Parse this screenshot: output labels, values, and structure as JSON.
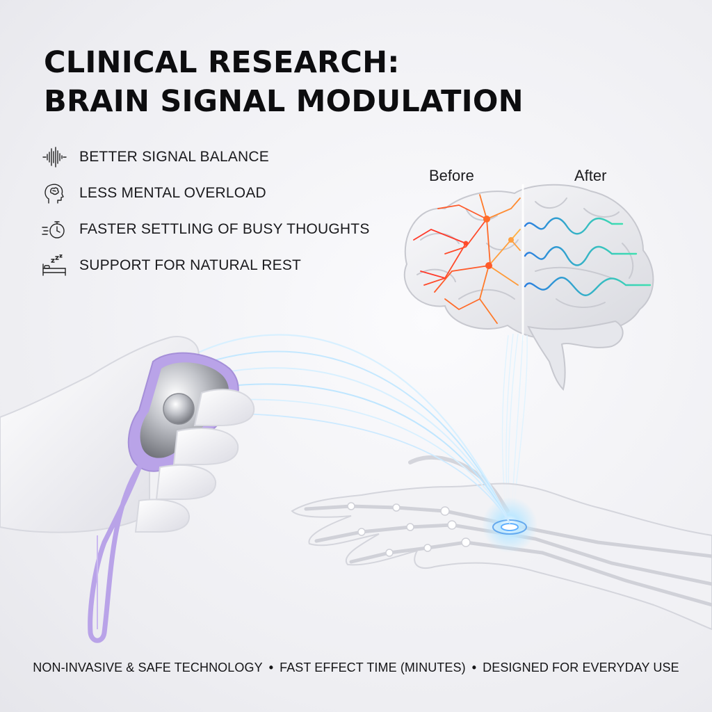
{
  "header": {
    "title_line1": "CLINICAL RESEARCH:",
    "title_line2": "BRAIN SIGNAL MODULATION"
  },
  "benefits": [
    {
      "icon": "sound-wave-icon",
      "label": "BETTER SIGNAL BALANCE"
    },
    {
      "icon": "head-brain-icon",
      "label": "LESS MENTAL OVERLOAD"
    },
    {
      "icon": "stopwatch-icon",
      "label": "FASTER SETTLING OF BUSY THOUGHTS"
    },
    {
      "icon": "sleep-bed-icon",
      "label": "SUPPORT FOR NATURAL REST"
    }
  ],
  "brain": {
    "before_label": "Before",
    "after_label": "After"
  },
  "footer": {
    "items": [
      "NON-INVASIVE & SAFE TECHNOLOGY",
      "FAST EFFECT TIME (MINUTES)",
      "DESIGNED FOR EVERYDAY USE"
    ],
    "separator": "•"
  },
  "colors": {
    "device_accent": "#b9a3e8",
    "before_signal": "#ff5a2a",
    "after_signal": "#2aa7e0",
    "beam": "#8fd6ff"
  }
}
